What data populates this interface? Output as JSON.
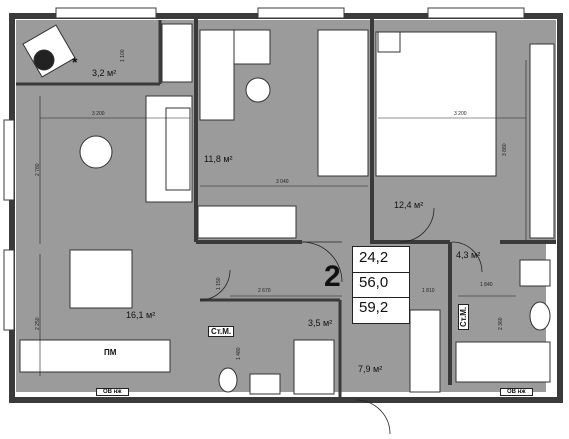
{
  "apartment": {
    "room_count": "2",
    "areas_summary": [
      "24,2",
      "56,0",
      "59,2"
    ]
  },
  "rooms": {
    "balcony_area": "3,2 м²",
    "office_area": "11,8 м²",
    "bedroom_area": "12,4 м²",
    "living_area": "16,1 м²",
    "bath_small_area": "3,5 м²",
    "bath_large_area": "4,3 м²",
    "hall_area": "7,9 м²"
  },
  "dimensions": {
    "balcony_depth": "1 100",
    "living_width": "3 200",
    "living_depth": "2 780",
    "living_lower": "2 250",
    "office_width": "3 040",
    "bedroom_width": "3 200",
    "bedroom_depth": "3 880",
    "hall_height": "1 150",
    "hall_width": "2 670",
    "hall_right": "1 810",
    "bath_width": "1 840",
    "bath_depth": "2 360",
    "bath_small_door": "1 480"
  },
  "labels": {
    "stm_left": "Ст.М.",
    "stm_right": "Ст.М.",
    "dishwasher": "ПМ",
    "vent_left": "ОВ нж",
    "vent_right": "ОВ нж",
    "balcony_star": "*"
  },
  "colors": {
    "floor": "#9b9b9b",
    "wall": "#3a3a3a",
    "furniture": "#ffffff",
    "grid": "#bdbdbd"
  }
}
